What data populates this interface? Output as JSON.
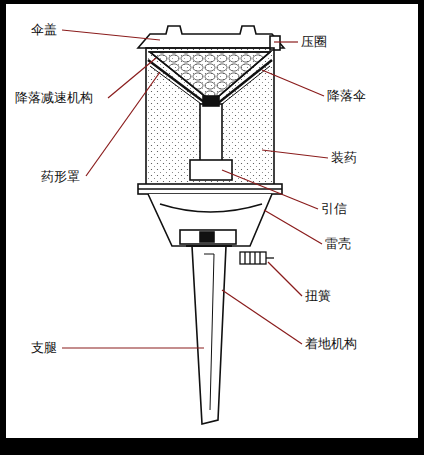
{
  "diagram": {
    "labels": [
      "伞盖",
      "压圈",
      "降落减速机构",
      "降落伞",
      "装药",
      "药形罩",
      "引信",
      "雷壳",
      "扭簧",
      "支腿",
      "着地机构"
    ]
  }
}
